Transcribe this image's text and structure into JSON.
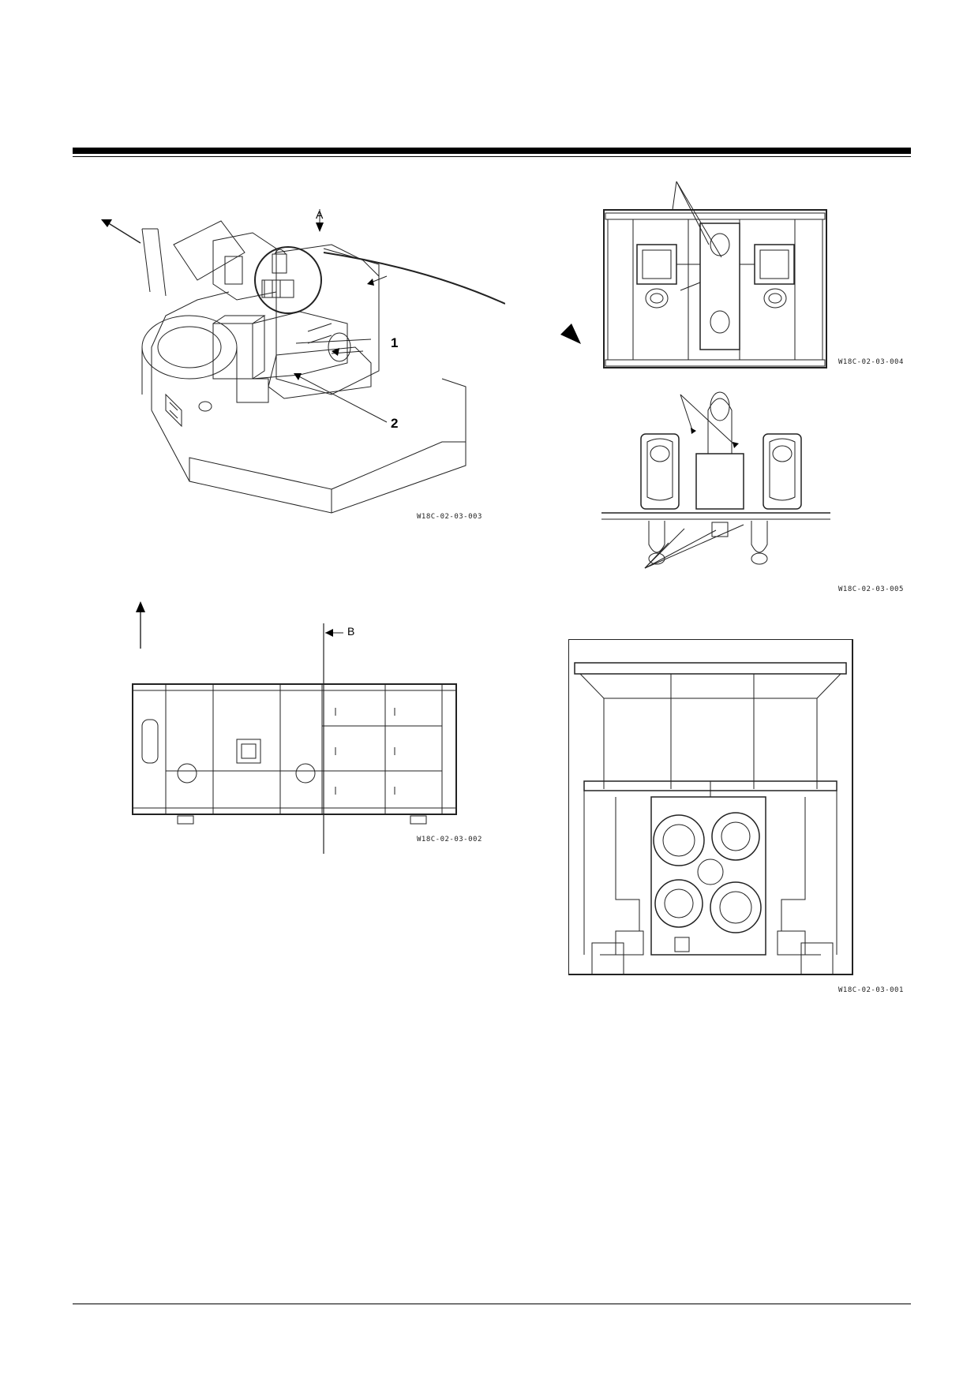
{
  "figures": {
    "overview": {
      "id": "W18C-02-03-003",
      "label_a": "A",
      "callout_1": "1",
      "callout_2": "2"
    },
    "top_view": {
      "id": "W18C-02-03-004"
    },
    "front_view": {
      "id": "W18C-02-03-005"
    },
    "side_plan": {
      "id": "W18C-02-03-002",
      "label_b": "B"
    },
    "section": {
      "id": "W18C-02-03-001"
    }
  }
}
